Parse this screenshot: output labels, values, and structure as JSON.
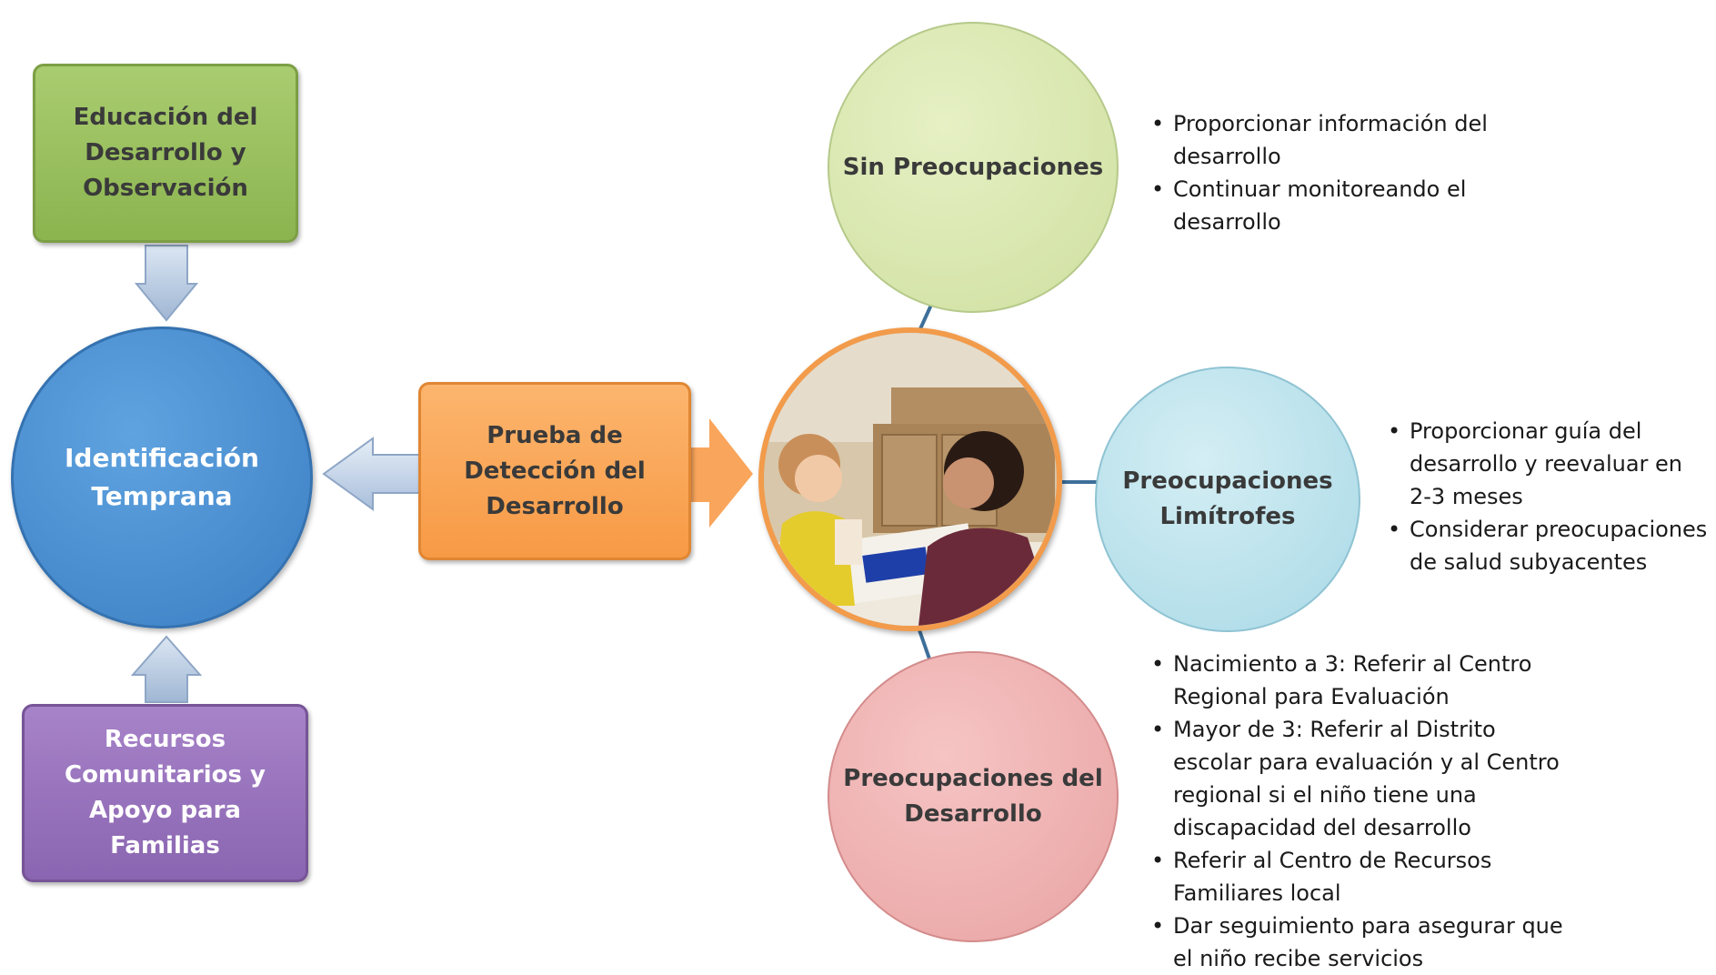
{
  "diagram": {
    "education_box": [
      "Educación del",
      "Desarrollo y",
      "Observación"
    ],
    "resources_box": [
      "Recursos",
      "Comunitarios y",
      "Apoyo para",
      "Familias"
    ],
    "early_identification": [
      "Identificación",
      "Temprana"
    ],
    "screening_box": [
      "Prueba de",
      "Detección del",
      "Desarrollo"
    ],
    "no_concerns": {
      "label": "Sin Preocupaciones",
      "bullets": [
        [
          "Proporcionar información del",
          "desarrollo"
        ],
        [
          "Continuar monitoreando el",
          "desarrollo"
        ]
      ]
    },
    "borderline_concerns": {
      "label": [
        "Preocupaciones",
        "Limítrofes"
      ],
      "bullets": [
        [
          "Proporcionar guía del",
          "desarrollo y reevaluar en",
          "2-3 meses"
        ],
        [
          "Considerar preocupaciones",
          "de salud subyacentes"
        ]
      ]
    },
    "developmental_concerns": {
      "label": [
        "Preocupaciones del",
        "Desarrollo"
      ],
      "bullets": [
        [
          "Nacimiento a 3: Referir al Centro",
          "Regional para Evaluación"
        ],
        [
          "Mayor de 3: Referir al Distrito",
          "escolar para evaluación y al Centro",
          "regional si el niño tiene una",
          "discapacidad del desarrollo"
        ],
        [
          "Referir al Centro de Recursos",
          "Familiares local"
        ],
        [
          "Dar seguimiento para asegurar que",
          "el niño recibe servicios"
        ]
      ]
    },
    "colors": {
      "education": "#8bb44f",
      "resources": "#8a65b1",
      "identification": "#3b7fc4",
      "screening": "#f79a45",
      "no_concerns": "#cfe0a0",
      "borderline": "#a9d9e6",
      "developmental": "#e9a3a3",
      "connector": "#3d6f99"
    }
  }
}
